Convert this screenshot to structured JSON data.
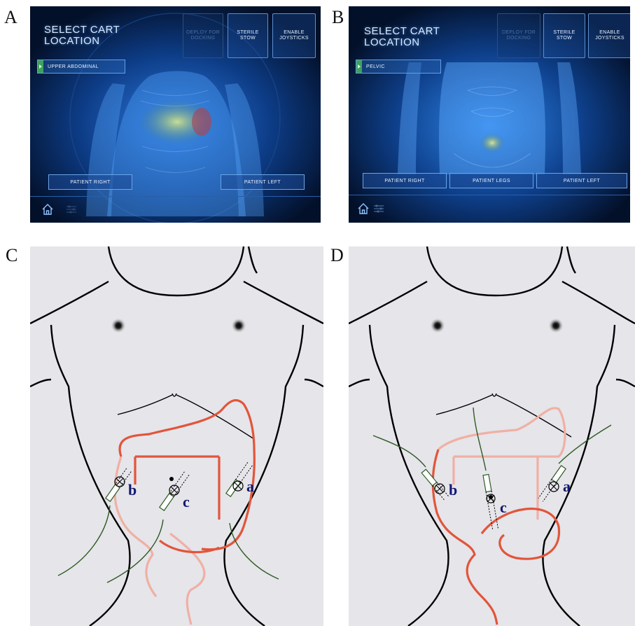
{
  "panels": {
    "A": {
      "letter": "A",
      "title": "SELECT CART\nLOCATION",
      "buttons": [
        "DEPLOY FOR\nDOCKING",
        "STERILE\nSTOW",
        "ENABLE\nJOYSTICKS"
      ],
      "location": "UPPER ABDOMINAL",
      "patient_buttons": [
        "PATIENT RIGHT",
        "PATIENT LEFT"
      ]
    },
    "B": {
      "letter": "B",
      "title": "SELECT CART\nLOCATION",
      "buttons": [
        "DEPLOY FOR\nDOCKING",
        "STERILE\nSTOW",
        "ENABLE\nJOYSTICKS"
      ],
      "location": "PELVIC",
      "patient_buttons": [
        "PATIENT RIGHT",
        "PATIENT LEGS",
        "PATIENT LEFT"
      ]
    },
    "C": {
      "letter": "C",
      "ports": [
        "b",
        "c",
        "a"
      ]
    },
    "D": {
      "letter": "D",
      "ports": [
        "b",
        "c",
        "a"
      ]
    }
  },
  "colors": {
    "screen_bg": "#04122b",
    "accent_blue": "#6aa4e6",
    "selector_green": "#3fa060",
    "colon_dark": "#e2553a",
    "colon_light": "#f0b0a4",
    "cable_green": "#2f5a22",
    "label_navy": "#121870"
  },
  "icons": [
    "home-icon",
    "settings-sliders-icon",
    "trocar-port-icon"
  ]
}
